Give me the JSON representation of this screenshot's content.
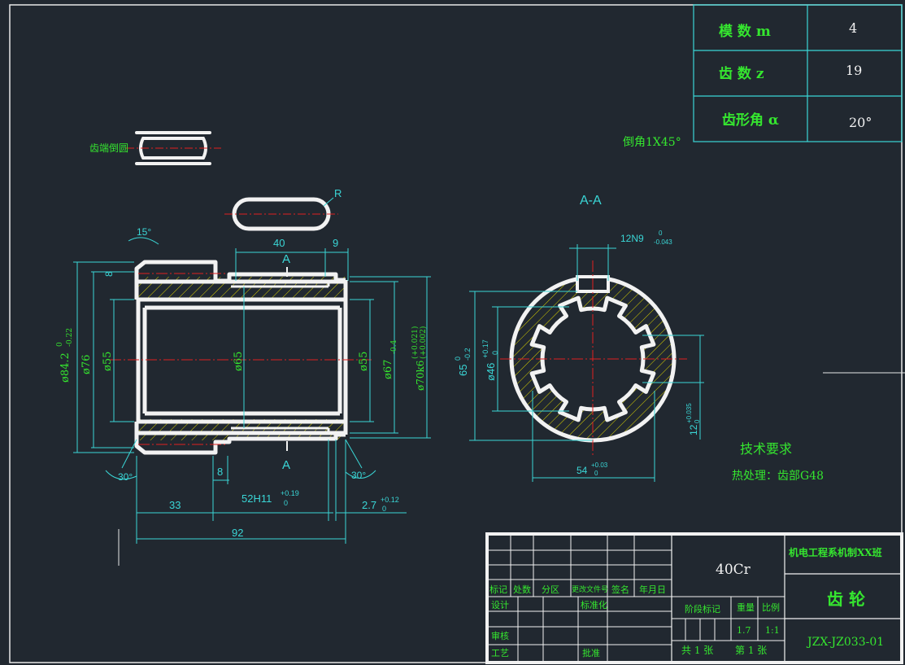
{
  "params": {
    "module_label": "模  数  m",
    "module_value": "4",
    "teeth_label": "齿  数  z",
    "teeth_value": "19",
    "angle_label": "齿形角  α",
    "angle_value": "20°"
  },
  "notes": {
    "chamfer": "倒角1X45°",
    "tooth_end": "齿端倒圆",
    "radius": "R",
    "section_title": "A-A",
    "section_mark_top": "A",
    "section_mark_bottom": "A",
    "tech_title": "技术要求",
    "heat_treat": "热处理：齿部G48"
  },
  "dims": {
    "d40": "40",
    "d9": "9",
    "ang15": "15°",
    "d8top": "8",
    "dia84": "ø84.2",
    "dia84_tol_up": "0",
    "dia84_tol_lo": "-0.22",
    "dia76": "ø76",
    "dia55a": "ø55",
    "dia65": "ø65",
    "dia55b": "ø55",
    "dia67": "ø67",
    "dia67_tol": "-0.4",
    "dia70": "ø70k6",
    "dia70_tol_up": "(+0.021)",
    "dia70_tol_lo": "(+0.002)",
    "ang30a": "30°",
    "ang30b": "30°",
    "d8bot": "8",
    "d33": "33",
    "d52": "52H11",
    "d52_tol_up": "+0.19",
    "d52_tol_lo": "0",
    "d27": "2.7",
    "d27_tol_up": "+0.12",
    "d27_tol_lo": "0",
    "d92": "92",
    "key": "12N9",
    "key_tol_up": "0",
    "key_tol_lo": "-0.043",
    "s65": "65",
    "s65_tol": "-0.2",
    "s65_tol0": "0",
    "s46": "ø46",
    "s46_tol_up": "+0.17",
    "s46_tol_lo": "0",
    "s12": "12",
    "s12_tol_up": "+0.035",
    "s12_tol_lo": "0",
    "s54": "54",
    "s54_tol_up": "+0.03",
    "s54_tol_lo": "0"
  },
  "title_block": {
    "material": "40Cr",
    "school": "机电工程系机制XX班",
    "part_name": "齿 轮",
    "drawing_no": "JZX-JZ033-01",
    "h_mark": "标记",
    "h_count": "处数",
    "h_zone": "分区",
    "h_doc": "更改文件号",
    "h_sign": "签名",
    "h_date": "年月日",
    "design": "设计",
    "standard": "标准化",
    "stage": "阶段标记",
    "weight_label": "重量",
    "scale_label": "比例",
    "weight": "1.7",
    "scale": "1:1",
    "review": "审核",
    "process": "工艺",
    "approve": "批准",
    "sheets": "共 1 张",
    "sheet_no": "第 1 张"
  }
}
